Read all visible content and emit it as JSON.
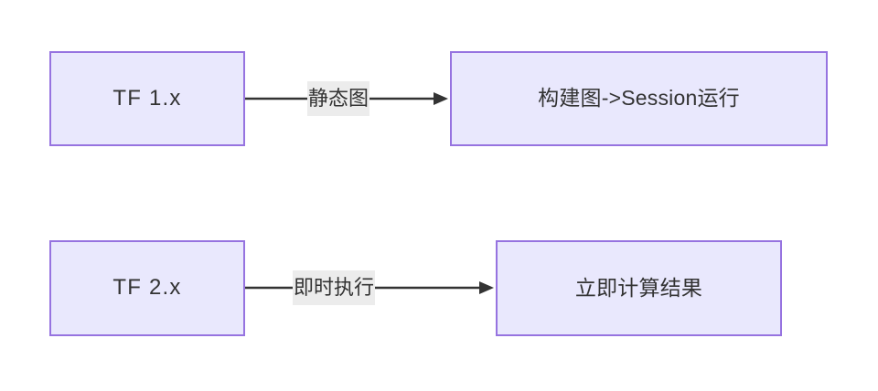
{
  "diagram": {
    "background_color": "#ffffff",
    "node_fill_color": "#e9e8fd",
    "node_border_color": "#9673e0",
    "edge_color": "#333333",
    "edge_label_background": "#ececec",
    "text_color": "#333333",
    "rows": [
      {
        "source_label": "TF 1.x",
        "edge_label": "静态图",
        "target_label": "构建图->Session运行"
      },
      {
        "source_label": "TF 2.x",
        "edge_label": "即时执行",
        "target_label": "立即计算结果"
      }
    ]
  }
}
